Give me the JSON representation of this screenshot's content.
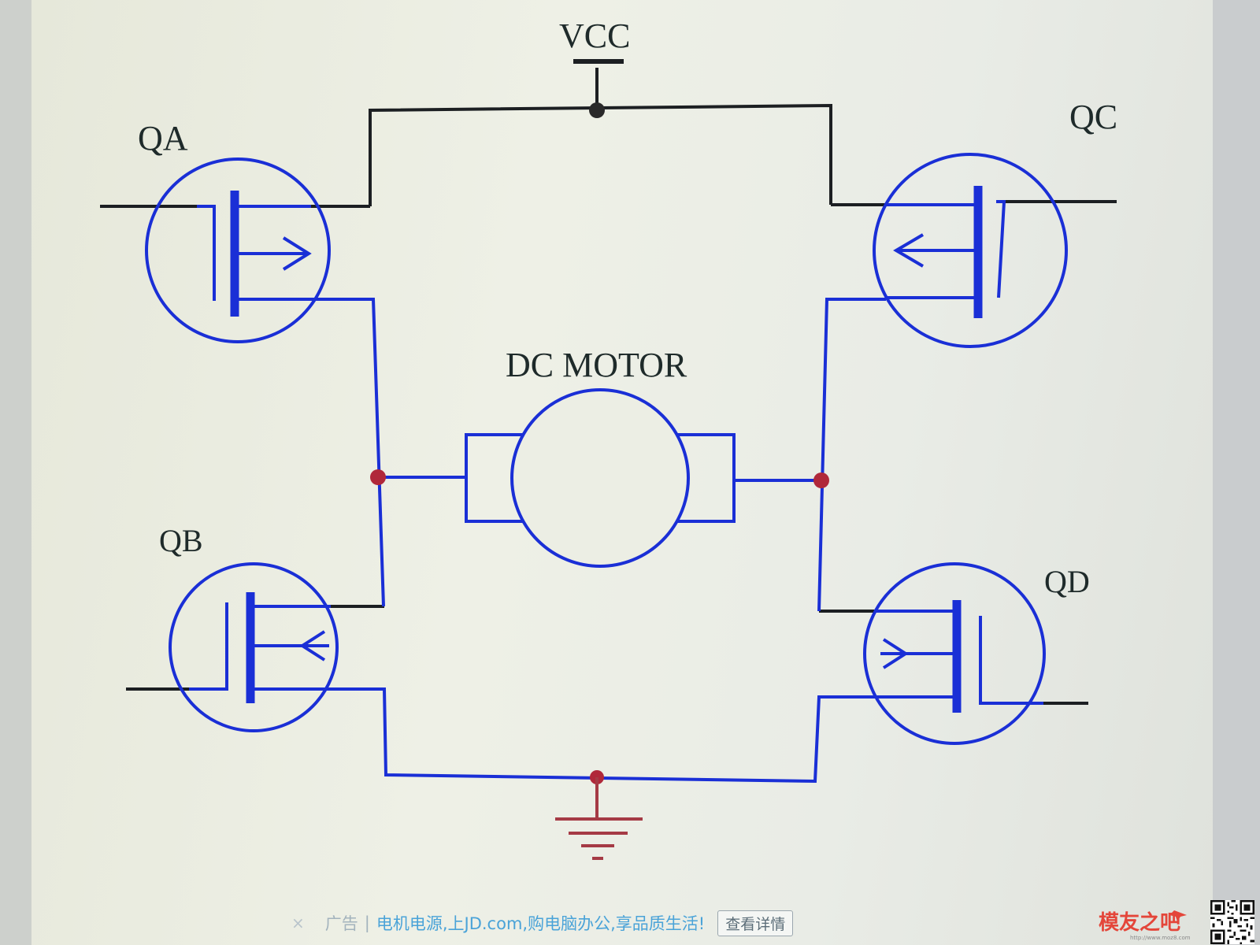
{
  "labels": {
    "vcc": "VCC",
    "qa": "QA",
    "qb": "QB",
    "qc": "QC",
    "qd": "QD",
    "motor": "DC MOTOR"
  },
  "ad": {
    "close": "×",
    "tag": "广告",
    "separator": "|",
    "text": "电机电源,上JD.com,购电脑办公,享品质生活!",
    "button": "查看详情"
  },
  "watermark": {
    "logo_text": "模友之吧",
    "url": "http://www.moz8.com"
  },
  "colors": {
    "symbol_blue": "#1a2fd6",
    "wire_black": "#1c1f22",
    "junction_red": "#b0283a",
    "ground_red": "#a53a45",
    "background": "#eceee4"
  }
}
